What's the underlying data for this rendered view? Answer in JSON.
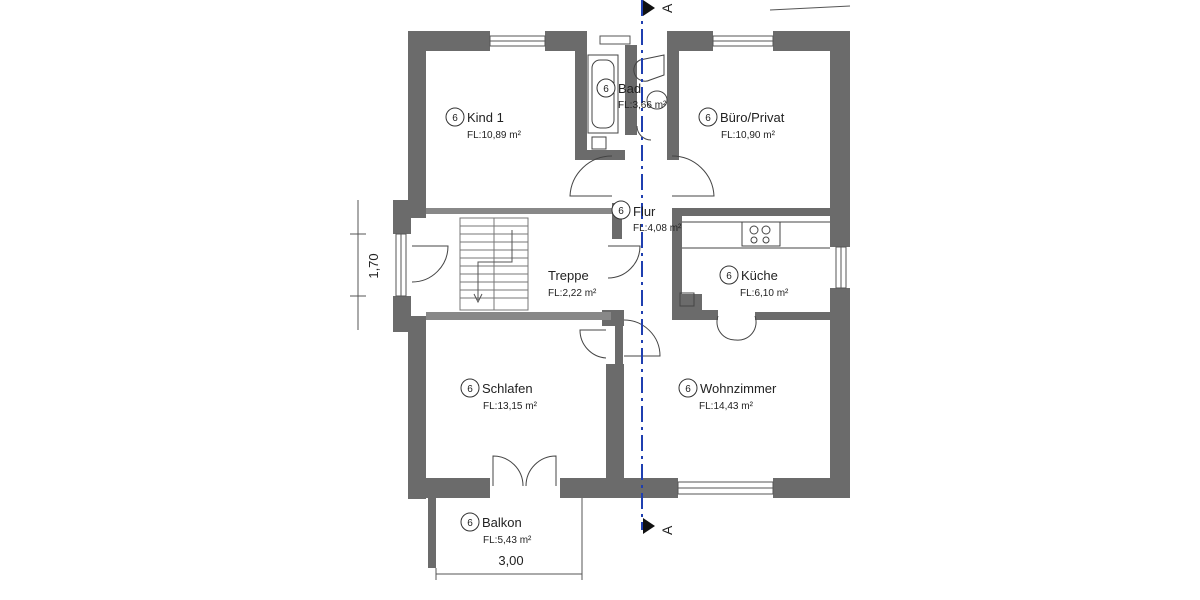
{
  "section_marker": "A",
  "rooms": [
    {
      "id": "kind1",
      "number": "6",
      "name": "Kind 1",
      "area": "FL:10,89 m²"
    },
    {
      "id": "bad",
      "number": "6",
      "name": "Bad",
      "area": "FL:3,66 m²"
    },
    {
      "id": "buero",
      "number": "6",
      "name": "Büro/Privat",
      "area": "FL:10,90 m²"
    },
    {
      "id": "flur",
      "number": "6",
      "name": "Flur",
      "area": "FL:4,08 m²"
    },
    {
      "id": "treppe",
      "number": "",
      "name": "Treppe",
      "area": "FL:2,22 m²"
    },
    {
      "id": "kueche",
      "number": "6",
      "name": "Küche",
      "area": "FL:6,10 m²"
    },
    {
      "id": "schlafen",
      "number": "6",
      "name": "Schlafen",
      "area": "FL:13,15 m²"
    },
    {
      "id": "wohnzimmer",
      "number": "6",
      "name": "Wohnzimmer",
      "area": "FL:14,43 m²"
    },
    {
      "id": "balkon",
      "number": "6",
      "name": "Balkon",
      "area": "FL:5,43 m²"
    }
  ],
  "dimensions": {
    "left_height": "1,70",
    "balcony_width": "3,00"
  },
  "colors": {
    "wall": "#6b6b6b",
    "section_line": "#1f3fb0",
    "line": "#333333"
  }
}
